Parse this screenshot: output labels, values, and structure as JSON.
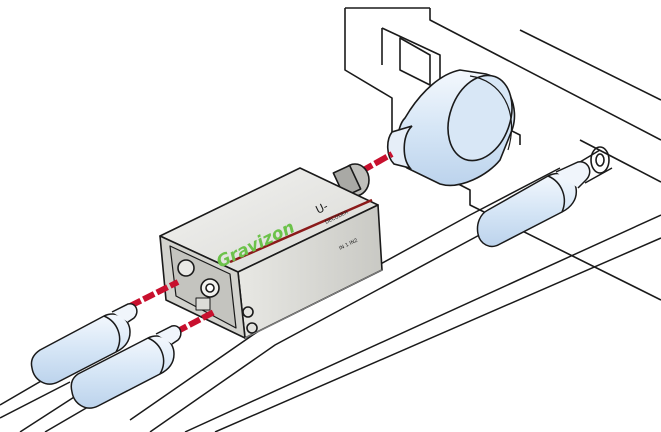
{
  "device": {
    "brand": "Gravizon",
    "model_label": "U-",
    "model_sub": "DECODER",
    "side_label": "IN 1 IN2",
    "brand_color": "#6cc24a"
  },
  "colors": {
    "signal_line": "#c8102e",
    "plug_tint": "#dce9f7",
    "outline": "#1a1a1a"
  }
}
